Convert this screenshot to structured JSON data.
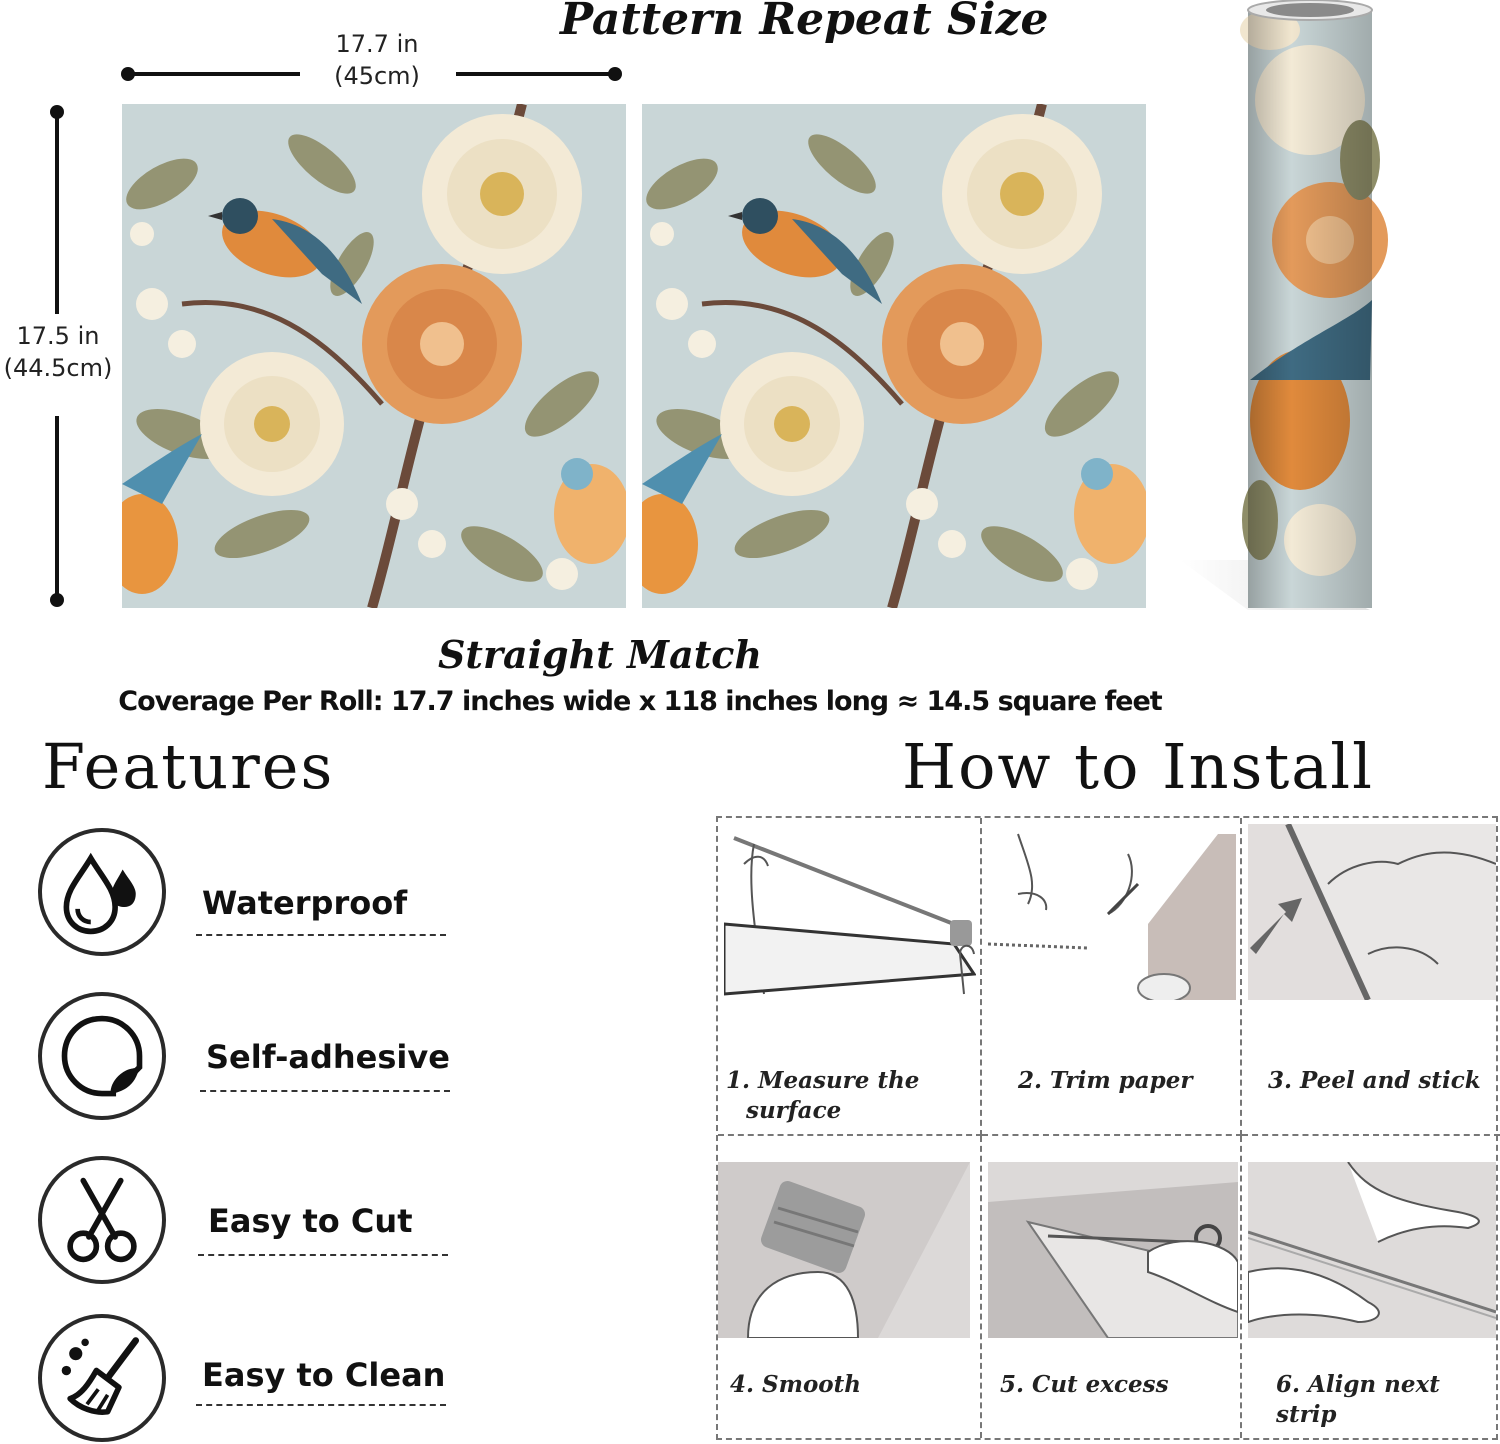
{
  "header": {
    "title": "Pattern Repeat Size",
    "width_label_line1": "17.7 in",
    "width_label_line2": "(45cm)",
    "height_label_line1": "17.5 in",
    "height_label_line2": "(44.5cm)"
  },
  "match": {
    "title": "Straight Match",
    "coverage": "Coverage Per Roll: 17.7 inches wide x 118 inches long ≈ 14.5 square feet"
  },
  "features": {
    "title": "Features",
    "items": [
      {
        "label": "Waterproof",
        "icon": "water-drop-icon"
      },
      {
        "label": "Self-adhesive",
        "icon": "peel-sticker-icon"
      },
      {
        "label": "Easy to Cut",
        "icon": "scissors-icon"
      },
      {
        "label": "Easy to Clean",
        "icon": "broom-icon"
      }
    ]
  },
  "install": {
    "title": "How to Install",
    "steps": [
      {
        "line1": "1. Measure the",
        "line2": "surface"
      },
      {
        "line1": "2. Trim paper",
        "line2": ""
      },
      {
        "line1": "3. Peel and stick",
        "line2": ""
      },
      {
        "line1": "4. Smooth",
        "line2": ""
      },
      {
        "line1": "5. Cut excess",
        "line2": ""
      },
      {
        "line1": "6. Align next strip",
        "line2": ""
      }
    ]
  },
  "colors": {
    "pattern_background": "#c9d6d7",
    "flower_cream": "#f1e6cf",
    "flower_orange": "#e39a5b",
    "bird_blue": "#3f6b82",
    "leaf_green": "#8e8d68",
    "text": "#111111"
  }
}
